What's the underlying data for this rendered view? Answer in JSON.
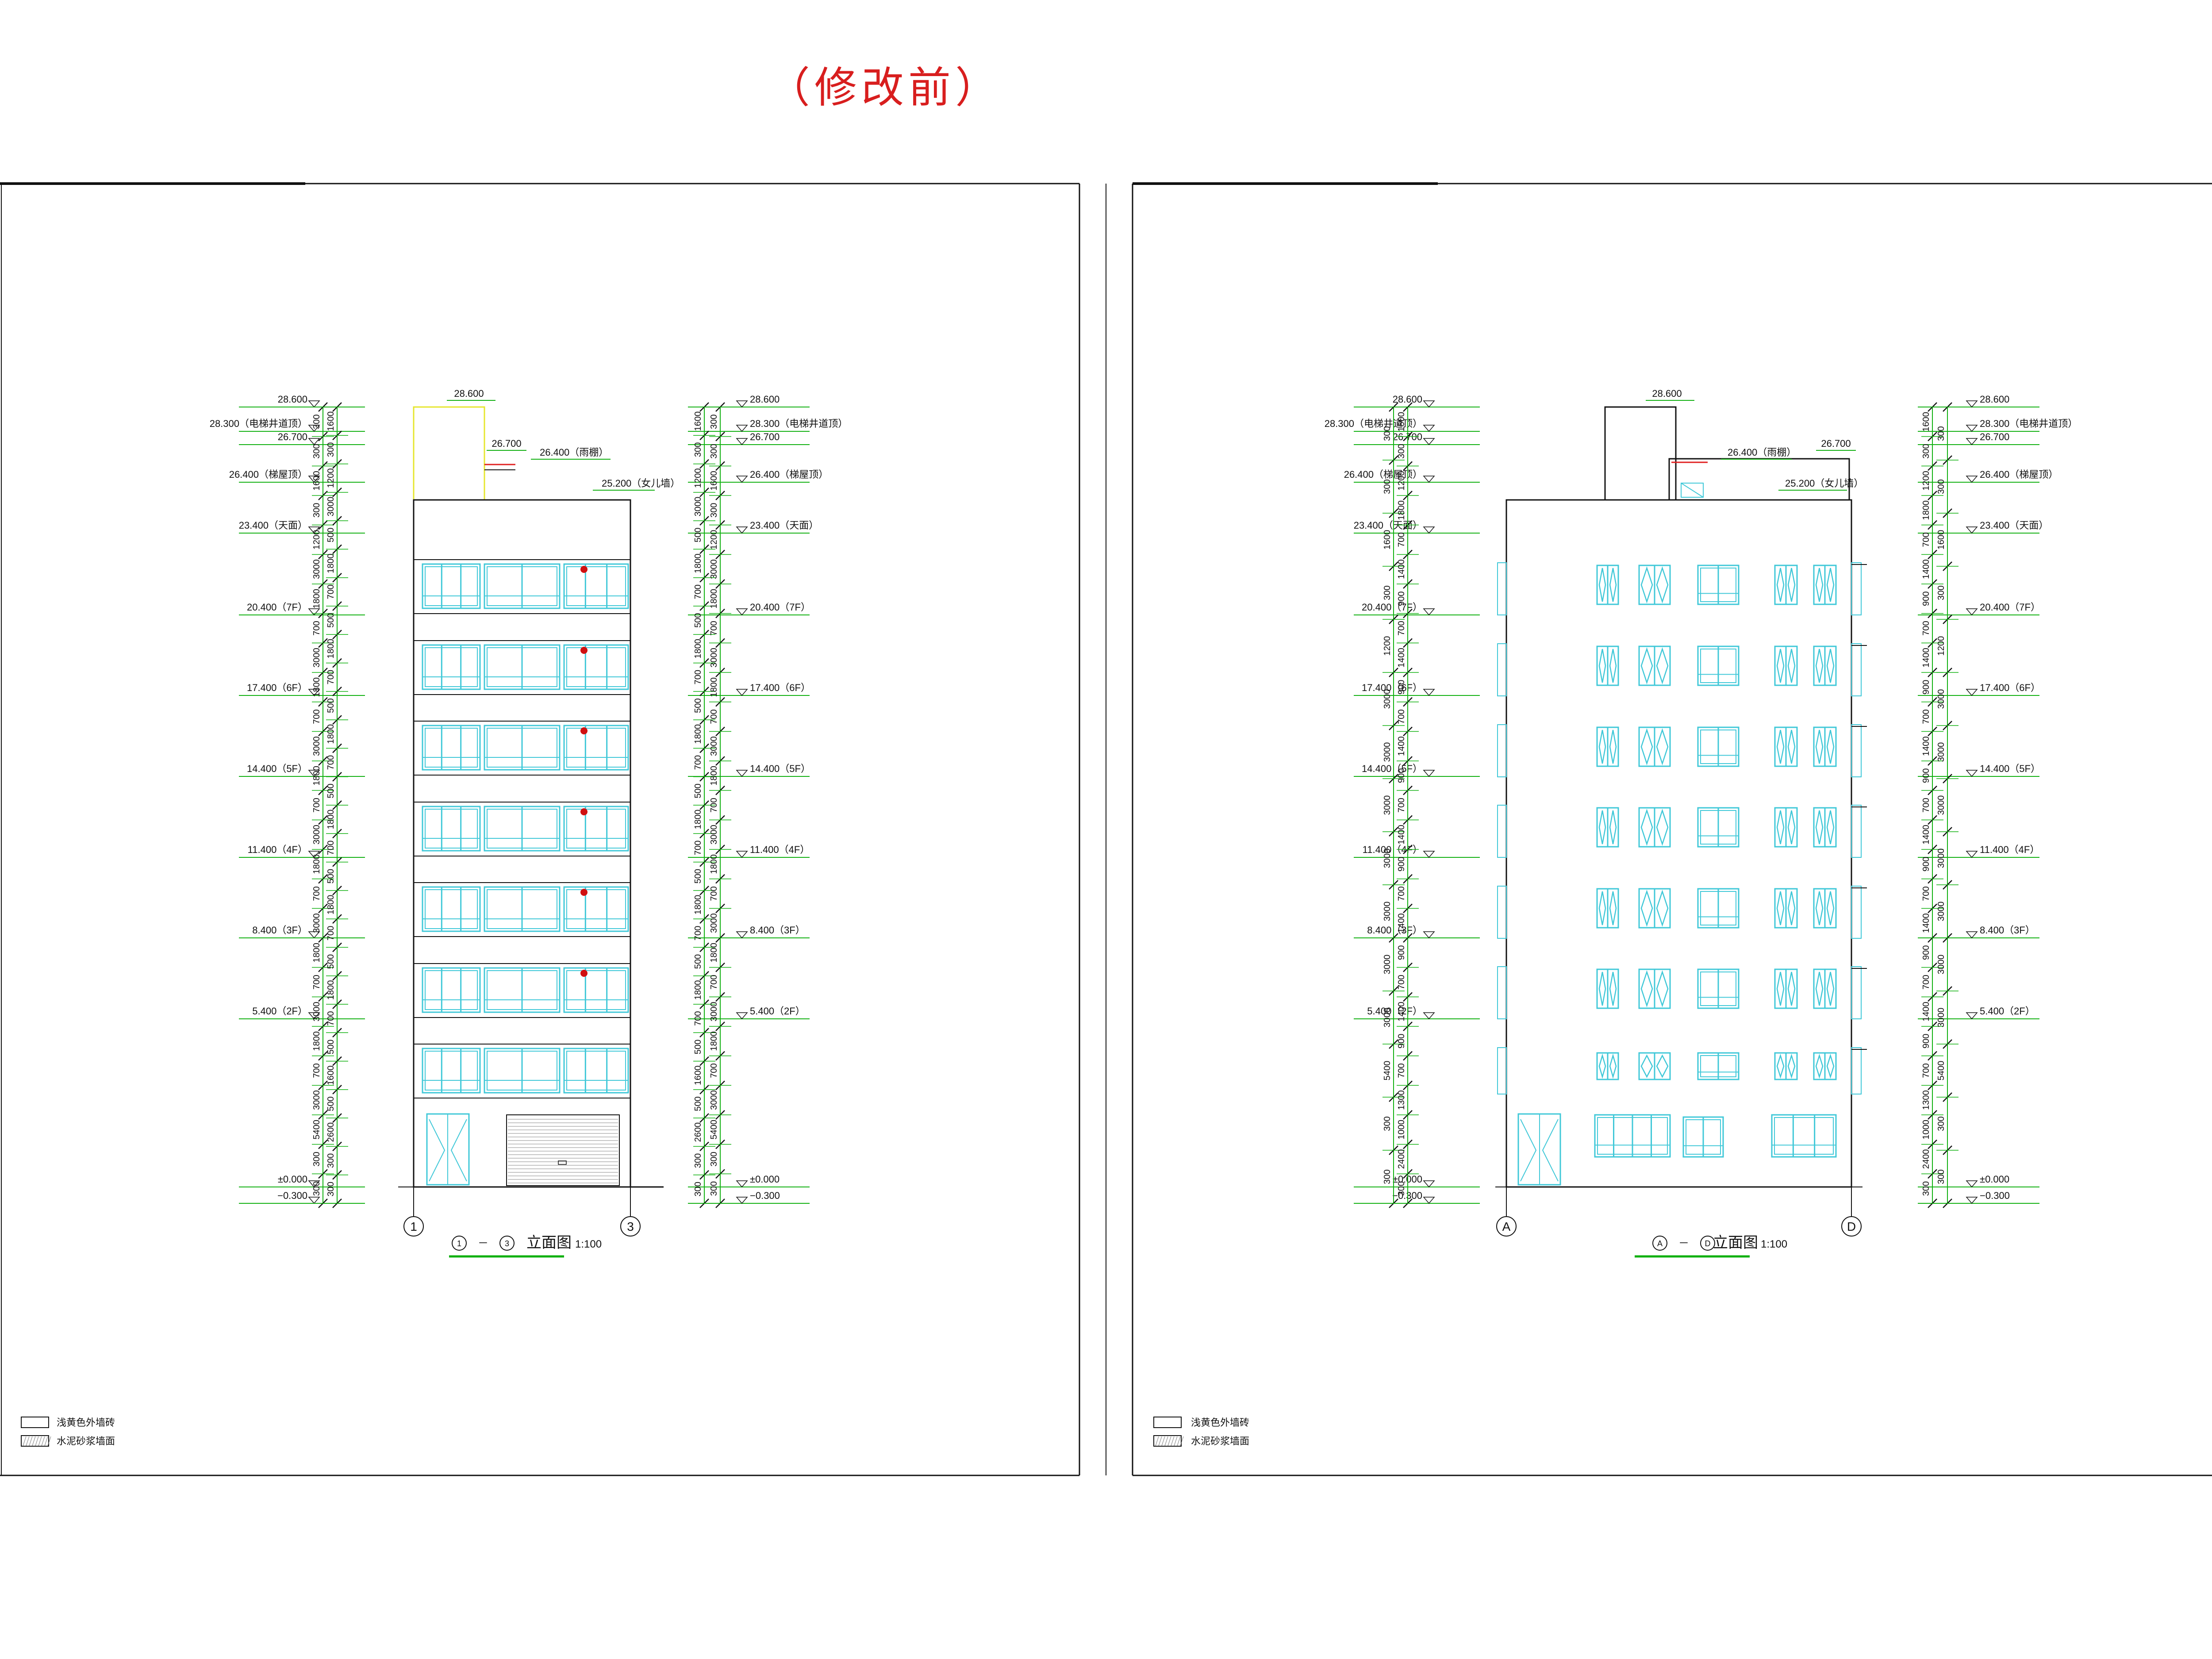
{
  "title": "（修改前）",
  "sheets": [
    {
      "elev_labels": [
        "28.600",
        "28.300（电梯井道顶）",
        "26.700",
        "26.400（梯屋顶）",
        "23.400（天面）",
        "20.400（7F）",
        "17.400（6F）",
        "14.400（5F）",
        "11.400（4F）",
        "8.400（3F）",
        "5.400（2F）",
        "±0.000",
        "−0.300"
      ],
      "right_elev_labels": [
        "28.600",
        "28.300（电梯井道顶）",
        "26.700",
        "26.400（梯屋顶）",
        "23.400（天面）",
        "20.400（7F）",
        "17.400（6F）",
        "14.400（5F）",
        "11.400（4F）",
        "8.400（3F）",
        "5.400（2F）",
        "±0.000",
        "−0.300"
      ],
      "top_label": "28.600",
      "note_label_1": "26.700",
      "note_label_2": "26.400（雨棚）",
      "note_label_3": "25.200（女儿墙）",
      "axis_left": "1",
      "axis_right": "3",
      "caption_a": "1",
      "caption_b": "3",
      "caption_dash": "－",
      "caption_text": "立面图",
      "caption_scale": "1:100",
      "legend": [
        {
          "label": "浅黄色外墙砖"
        },
        {
          "label": "水泥砂浆墙面"
        }
      ]
    },
    {
      "elev_labels": [
        "28.600",
        "28.300（电梯井道顶）",
        "26.700",
        "26.400（梯屋顶）",
        "23.400（天面）",
        "20.400（7F）",
        "17.400（6F）",
        "14.400（5F）",
        "11.400（4F）",
        "8.400（3F）",
        "5.400（2F）",
        "±0.000",
        "−0.300"
      ],
      "right_elev_labels": [
        "28.600",
        "28.300（电梯井道顶）",
        "26.700",
        "26.400（梯屋顶）",
        "23.400（天面）",
        "20.400（7F）",
        "17.400（6F）",
        "14.400（5F）",
        "11.400（4F）",
        "8.400（3F）",
        "5.400（2F）",
        "±0.000",
        "−0.300"
      ],
      "top_label": "28.600",
      "note_label_1": "26.700",
      "note_label_2": "26.400（雨棚）",
      "note_label_3": "25.200（女儿墙）",
      "axis_left": "A",
      "axis_right": "D",
      "caption_a": "A",
      "caption_b": "D",
      "caption_dash": "－",
      "caption_text": "立面图",
      "caption_scale": "1:100",
      "legend": [
        {
          "label": "浅黄色外墙砖"
        },
        {
          "label": "水泥砂浆墙面"
        }
      ]
    }
  ],
  "dims": {
    "s1_left_outer": [
      "300",
      "300",
      "1600",
      "300",
      "1200",
      "3000",
      "1800",
      "700",
      "3000",
      "1800",
      "700",
      "3000",
      "1800",
      "700",
      "3000",
      "1800",
      "700",
      "3000",
      "1800",
      "700",
      "3000",
      "1800",
      "700",
      "3000",
      "5400",
      "300",
      "300"
    ],
    "s1_left_inner": [
      "1600",
      "300",
      "1200",
      "3000",
      "500",
      "1800",
      "700",
      "500",
      "1800",
      "700",
      "500",
      "1800",
      "700",
      "500",
      "1800",
      "700",
      "500",
      "1800",
      "700",
      "500",
      "1800",
      "700",
      "500",
      "1600",
      "500",
      "2600",
      "300",
      "300"
    ],
    "s2_left_outer": [
      "300",
      "300",
      "1600",
      "300",
      "1200",
      "3000",
      "3000",
      "3000",
      "3000",
      "3000",
      "3000",
      "3000",
      "5400",
      "300",
      "300"
    ],
    "s2_left_inner": [
      "1600",
      "300",
      "1200",
      "1800",
      "700",
      "1400",
      "900",
      "700",
      "1400",
      "900",
      "700",
      "1400",
      "900",
      "700",
      "1400",
      "900",
      "700",
      "1400",
      "900",
      "700",
      "1400",
      "900",
      "700",
      "1300",
      "1000",
      "2400",
      "300"
    ]
  },
  "colors": {
    "frame": "#111111",
    "dim": "#10b010",
    "window": "#40c8d8",
    "title": "#d81e1e",
    "yellow": "#e6e62e",
    "red": "#e02020",
    "dot": "#d01010"
  }
}
